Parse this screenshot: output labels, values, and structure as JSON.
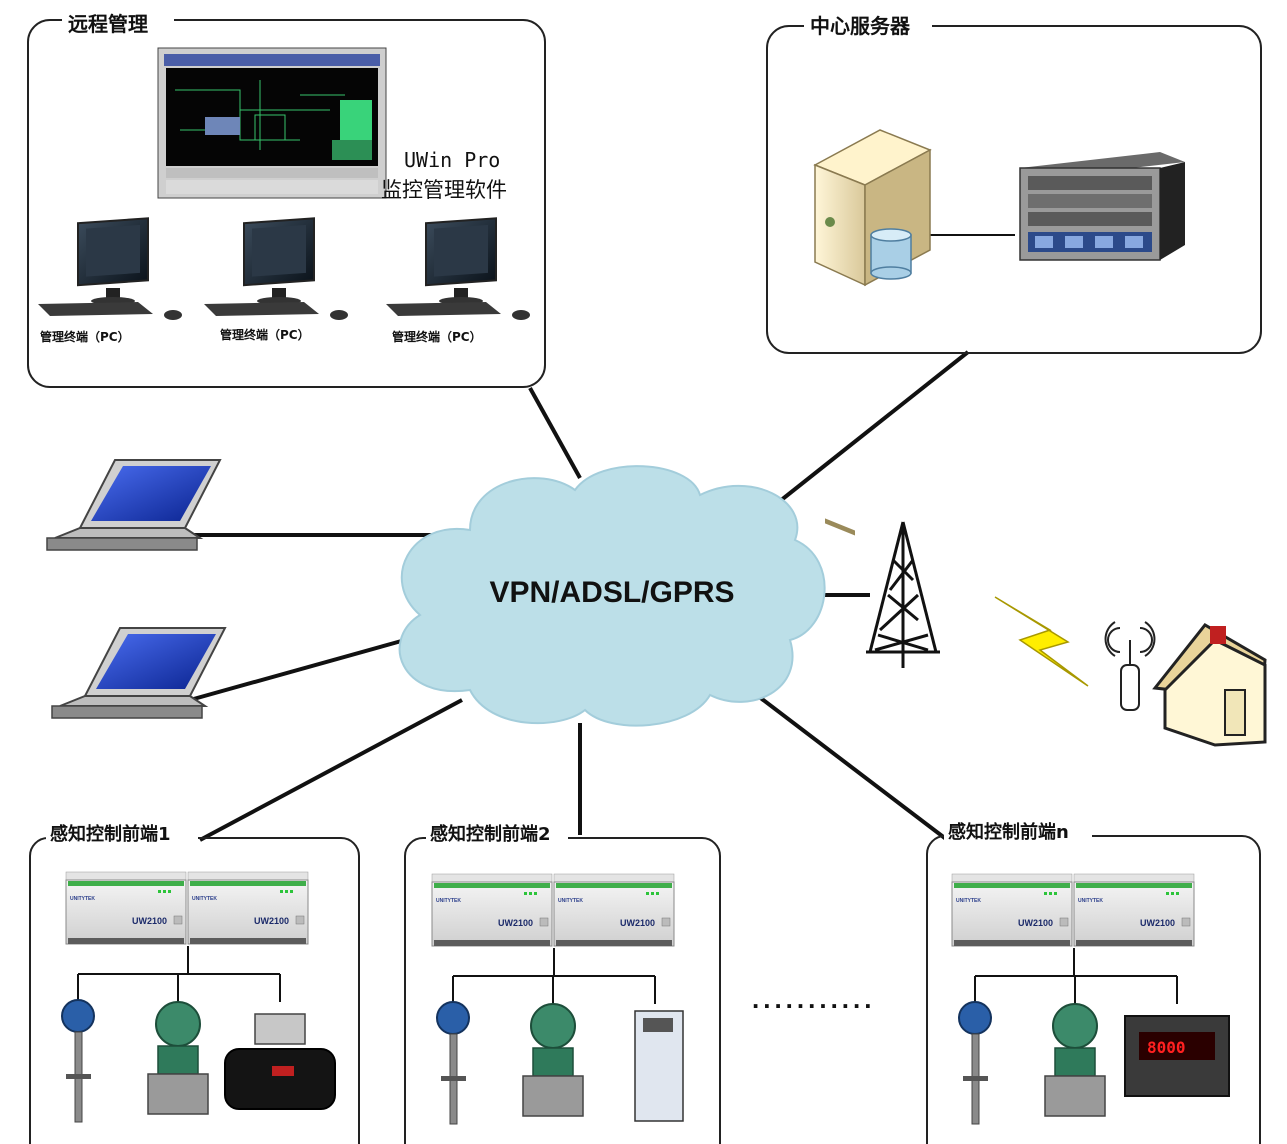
{
  "remote_management": {
    "title": "远程管理",
    "software_line1": "UWin Pro",
    "software_line2": "监控管理软件",
    "pc_labels": [
      "管理终端（PC）",
      "管理终端（PC）",
      "管理终端（PC）"
    ]
  },
  "center_server": {
    "title": "中心服务器"
  },
  "network": {
    "label": "VPN/ADSL/GPRS"
  },
  "front_ends": [
    {
      "title": "感知控制前端1",
      "module_labels": [
        "UW2100",
        "UW2100"
      ]
    },
    {
      "title": "感知控制前端2",
      "module_labels": [
        "UW2100",
        "UW2100"
      ]
    },
    {
      "title": "感知控制前端n",
      "module_labels": [
        "UW2100",
        "UW2100"
      ]
    }
  ],
  "ellipsis": "...........",
  "meter_reading": "8000",
  "colors": {
    "cloud": "#bcdfe8",
    "line": "#111111",
    "laptop_screen": "#1b3fc4",
    "lightning": "#ffee00"
  }
}
